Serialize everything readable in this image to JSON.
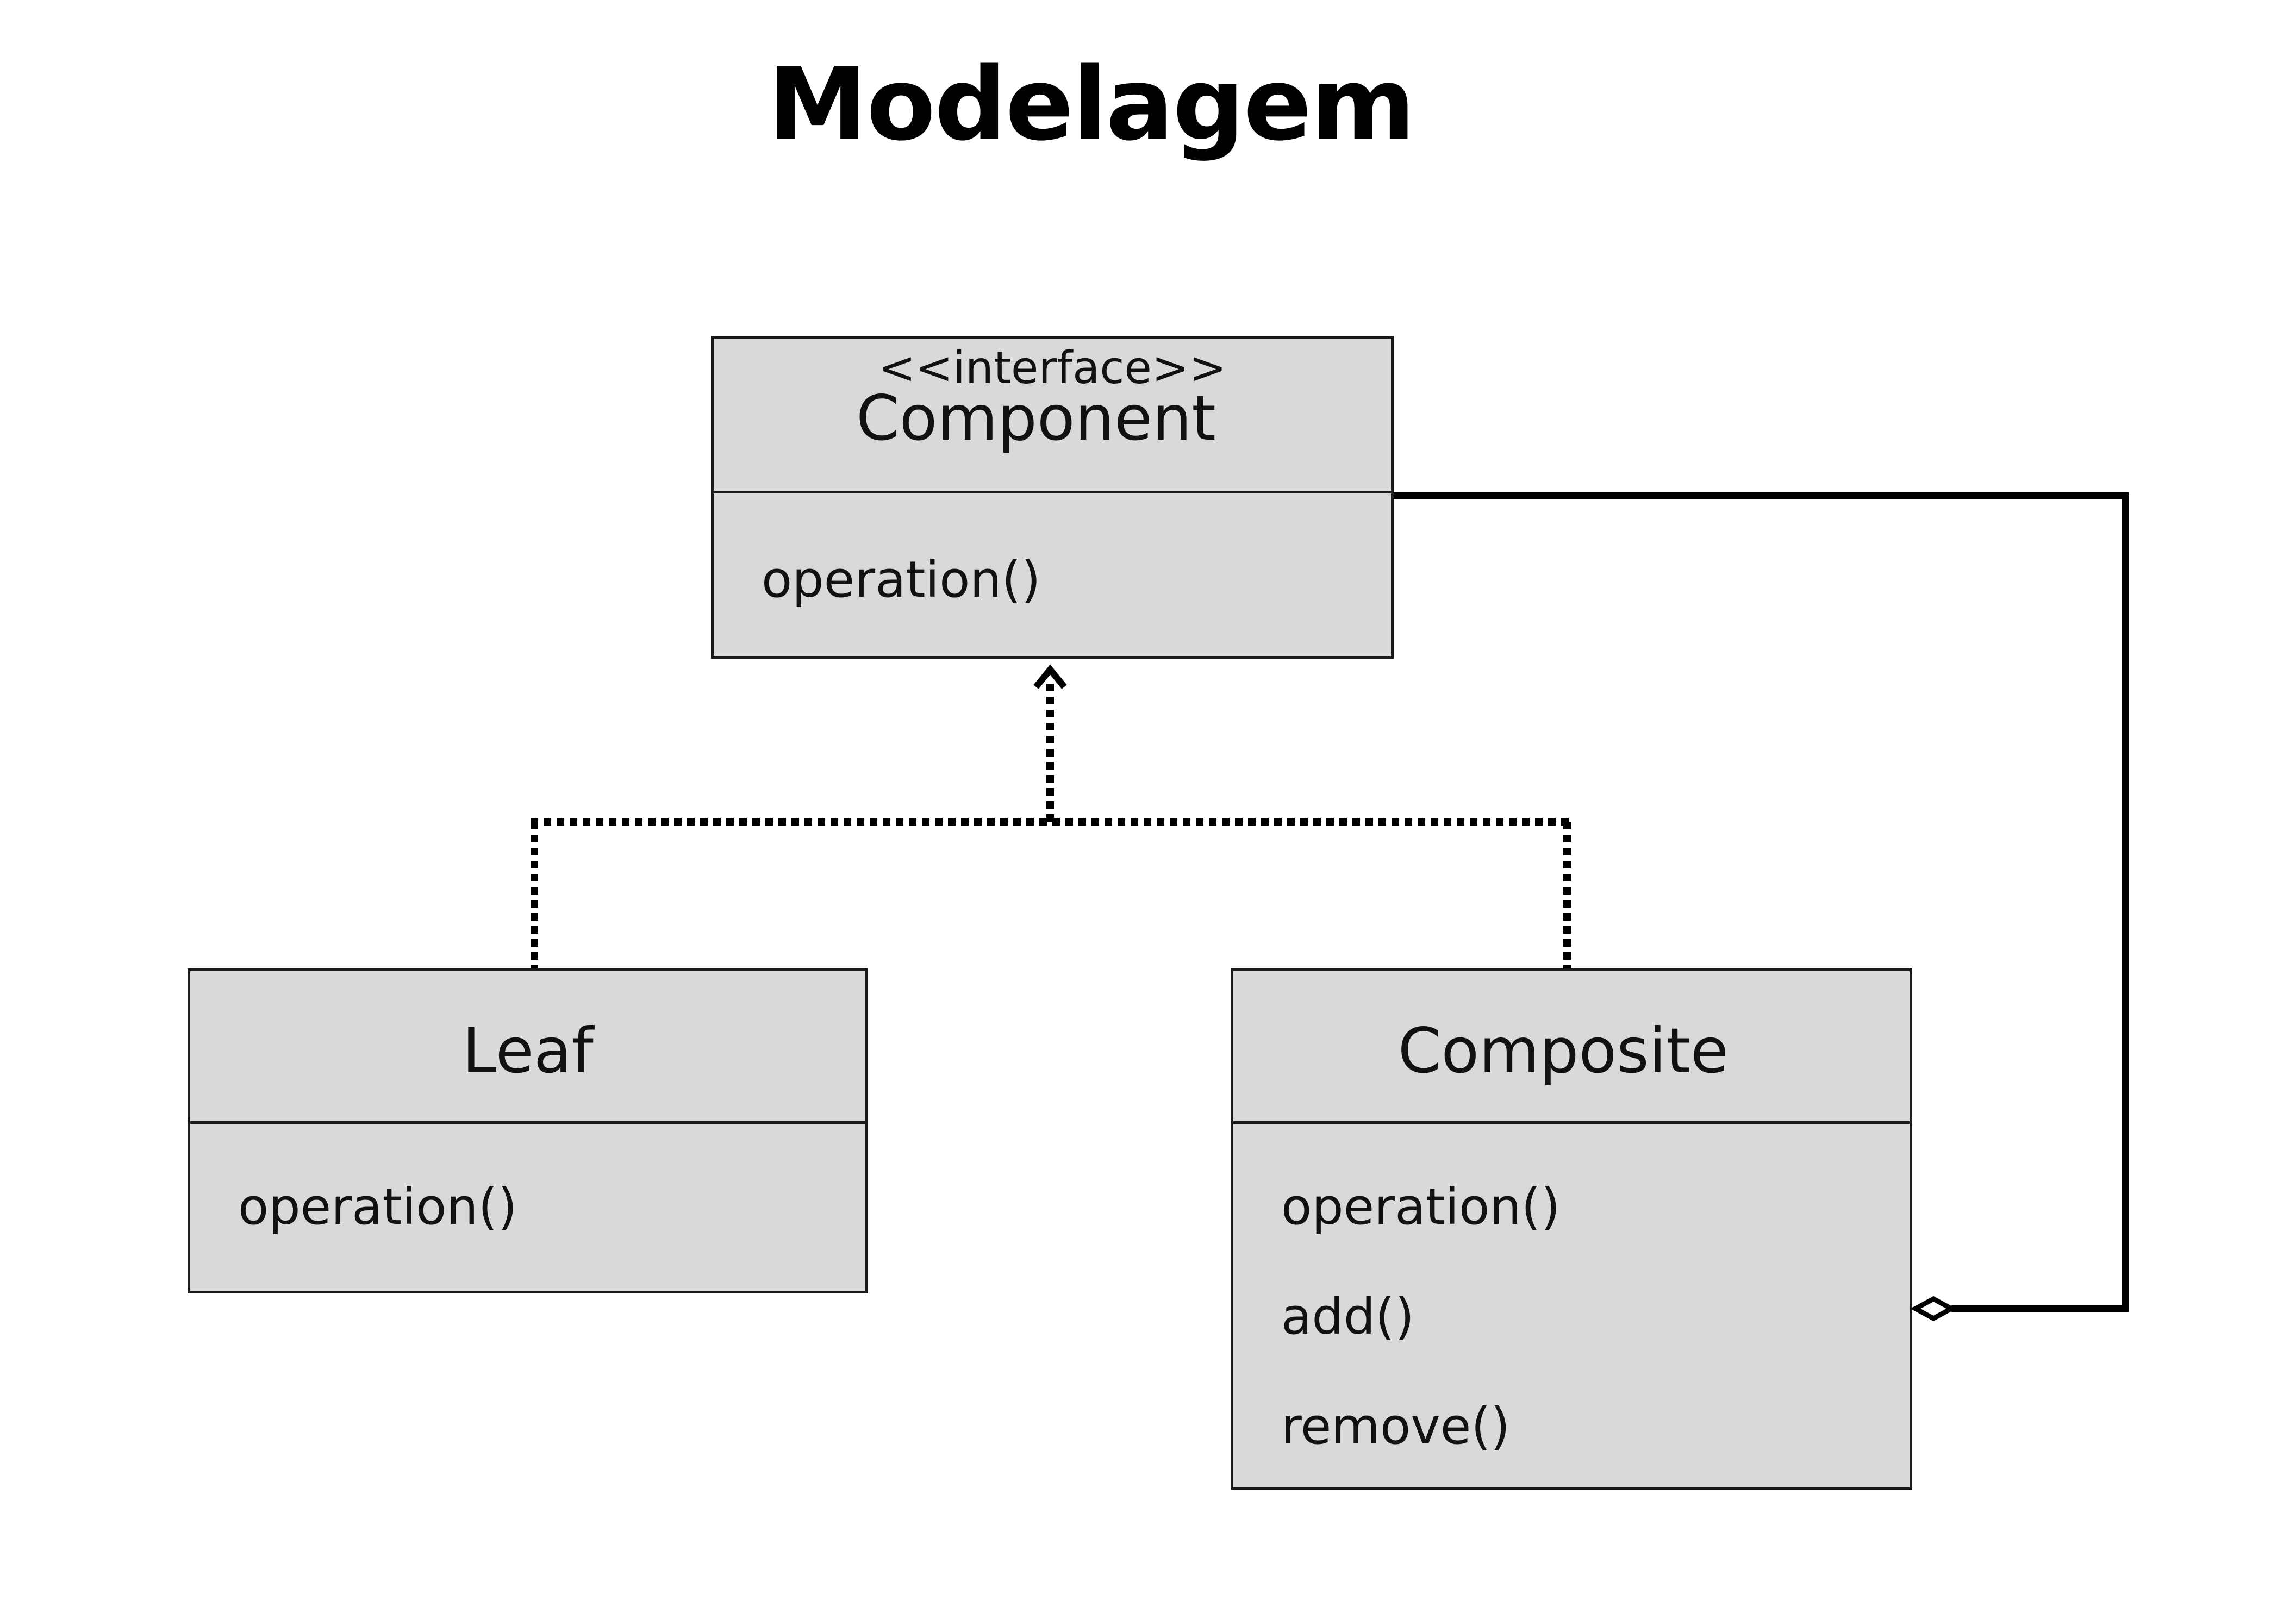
{
  "title": "Modelagem",
  "classes": {
    "component": {
      "stereotype": "<<interface>>",
      "name": "Component",
      "methods": [
        "operation()"
      ]
    },
    "leaf": {
      "name": "Leaf",
      "methods": [
        "operation()"
      ]
    },
    "composite": {
      "name": "Composite",
      "methods": [
        "operation()",
        "add()",
        "remove()"
      ]
    }
  },
  "relations": [
    {
      "type": "realization",
      "from": "Leaf",
      "to": "Component",
      "line": "dotted"
    },
    {
      "type": "realization",
      "from": "Composite",
      "to": "Component",
      "line": "dotted"
    },
    {
      "type": "aggregation",
      "from": "Component",
      "to": "Composite",
      "marker": "hollow-diamond"
    }
  ],
  "colors": {
    "box_fill": "#d9d9d9",
    "line": "#000000",
    "text": "#111111"
  }
}
